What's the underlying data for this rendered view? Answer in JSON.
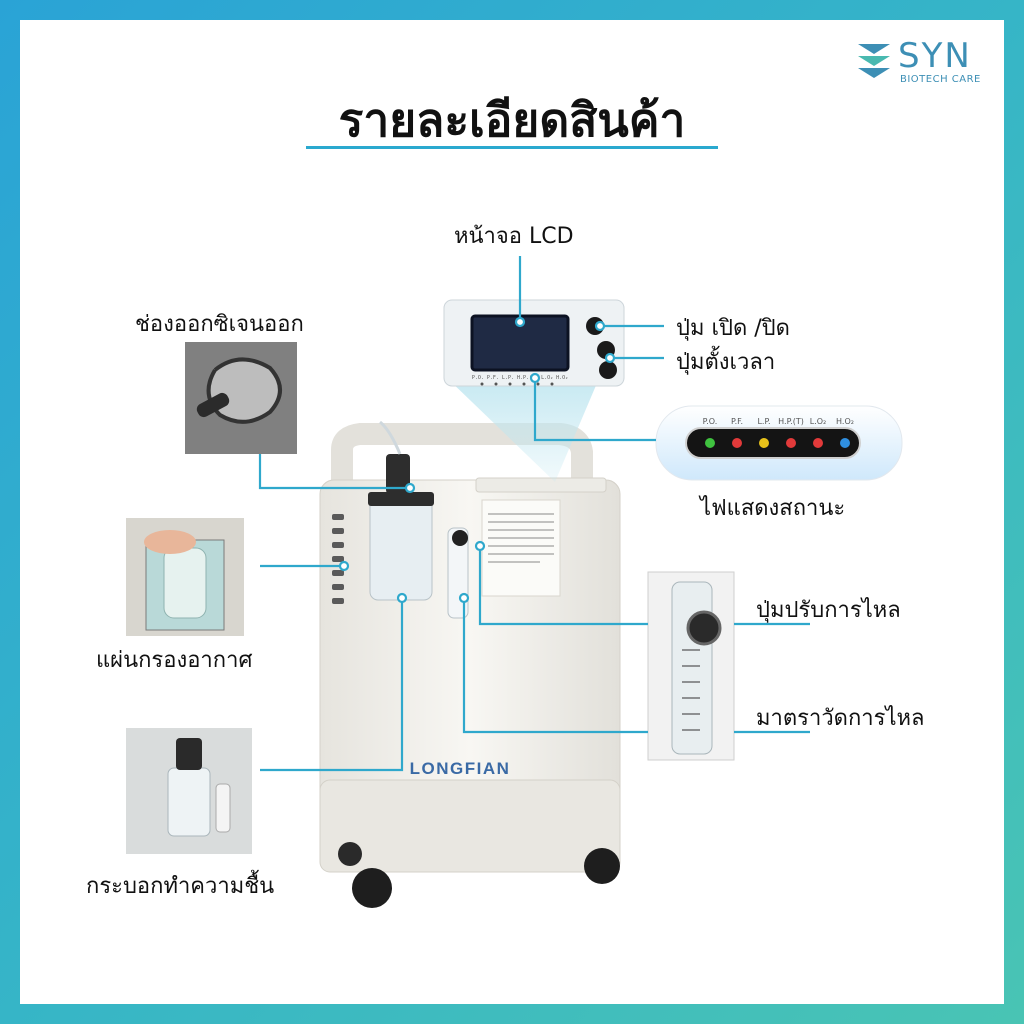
{
  "title": "รายละเอียดสินค้า",
  "logo": {
    "main": "SYN",
    "sub": "BIOTECH CARE"
  },
  "device": {
    "brand": "LONGFIAN"
  },
  "labels": {
    "lcd": "หน้าจอ LCD",
    "oxygen_outlet": "ช่องออกซิเจนออก",
    "power_button": "ปุ่ม เปิด /ปิด",
    "timer_button": "ปุ่มตั้งเวลา",
    "status_lights": "ไฟแสดงสถานะ",
    "air_filter": "แผ่นกรองอากาศ",
    "flow_knob": "ปุ่มปรับการไหล",
    "flow_meter": "มาตราวัดการไหล",
    "humidifier": "กระบอกทำความชื้น"
  },
  "status_panel": {
    "indicators": [
      {
        "name": "P.O.",
        "color": "#3fc23f"
      },
      {
        "name": "P.F.",
        "color": "#e23a3a"
      },
      {
        "name": "L.P.",
        "color": "#e8c21a"
      },
      {
        "name": "H.P.(T)",
        "color": "#e23a3a"
      },
      {
        "name": "L.O₂",
        "color": "#e23a3a"
      },
      {
        "name": "H.O₂",
        "color": "#2f8fe0"
      }
    ]
  },
  "lcd_strip": "P.O. P.F. L.P. H.P.(T) L.O₂ H.O₂",
  "colors": {
    "accent": "#2aa9cf",
    "line": "#2fa8cc"
  }
}
